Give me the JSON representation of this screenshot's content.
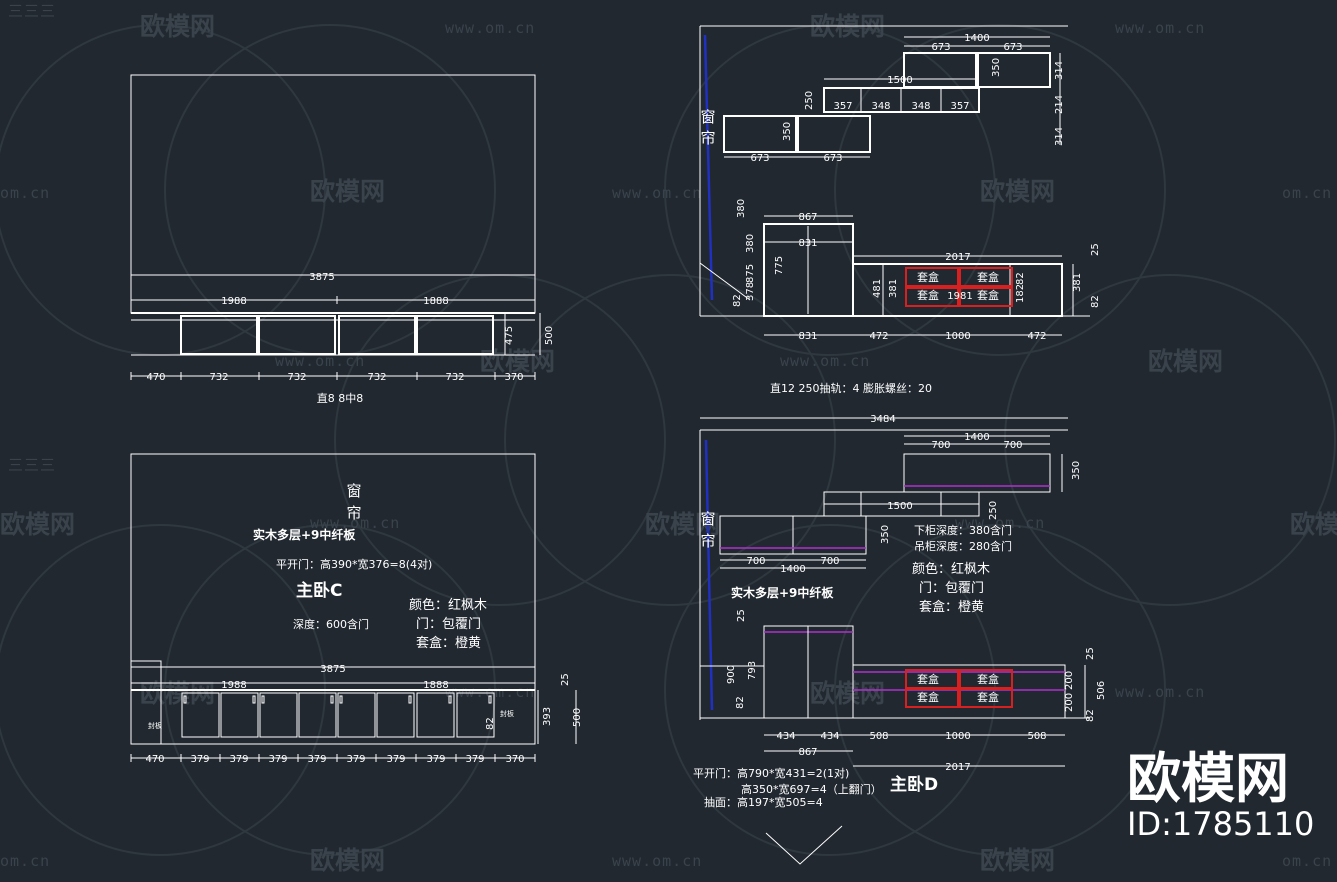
{
  "watermark": {
    "brand": "欧模网",
    "url": "www.om.cn",
    "url_short": "om.cn",
    "mark": "三三三"
  },
  "brand": {
    "name": "欧模网",
    "id": "ID:1785110"
  },
  "colors": {
    "background": "#212830",
    "line": "#ffffff",
    "red": "#d82020",
    "purple": "#b030d0",
    "blue": "#2030c0"
  },
  "c1": {
    "total": "3875",
    "left_half": "1988",
    "right_half": "1888",
    "height": "500",
    "inner": "475",
    "bottom_dims": [
      "470",
      "732",
      "732",
      "732",
      "732",
      "370"
    ],
    "note": "直8 8中8"
  },
  "c2": {
    "curtain": [
      "窗",
      "帘"
    ],
    "material": "实木多层+9中纤板",
    "door_spec": "平开门：高390*宽376=8(4对)",
    "title": "主卧C",
    "depth": "深度：600含门",
    "color_line": "颜色：红枫木",
    "door_line": "门：包覆门",
    "box_line": "套盒：橙黄",
    "total": "3875",
    "left_half": "1988",
    "right_half": "1888",
    "height": "500",
    "inner": "393",
    "top_gap": "25",
    "bottom_gap": "82",
    "side_label": "封板",
    "bottom_dims": [
      "470",
      "379",
      "379",
      "379",
      "379",
      "379",
      "379",
      "379",
      "379",
      "370"
    ]
  },
  "c3": {
    "curtain": [
      "窗",
      "帘"
    ],
    "top_total": "1400",
    "top_w": [
      "673",
      "673"
    ],
    "top_h": "350",
    "right_v": [
      "314",
      "214",
      "314"
    ],
    "mid_total": "1500",
    "mid_w": [
      "357",
      "348",
      "348",
      "357"
    ],
    "mid_gap": "250",
    "left_w": [
      "673",
      "673"
    ],
    "left_h": "350",
    "tall_w": "867",
    "tall_in": "831",
    "tall_top": "380",
    "tall_h": "875",
    "tall_775": "775",
    "tall_378": "378",
    "tall_82": "82",
    "low_total": "2017",
    "low_481": "481",
    "low_381": "381",
    "low_182": "182",
    "low_82": "82",
    "low_1981": "1981",
    "right_25": "25",
    "right_381": "381",
    "right_82": "82",
    "box": "套盒",
    "bottom_dims": [
      "831",
      "472",
      "1000",
      "472"
    ],
    "note": "直12 250抽轨：4 膨胀螺丝：20"
  },
  "c4": {
    "curtain": [
      "窗",
      "帘"
    ],
    "total": "3484",
    "top_total": "1400",
    "top_w": [
      "700",
      "700"
    ],
    "top_h": "350",
    "mid_total": "1500",
    "mid_gap": "250",
    "left_total": "1400",
    "left_w": [
      "700",
      "700"
    ],
    "left_h": "350",
    "lower_depth": "下柜深度：380含门",
    "upper_depth": "吊柜深度：280含门",
    "color_line": "颜色：红枫木",
    "door_line": "门：包覆门",
    "box_line": "套盒：橙黄",
    "material": "实木多层+9中纤板",
    "tall_h": "900",
    "tall_793": "793",
    "tall_82": "82",
    "tall_25": "25",
    "low_25": "25",
    "low_200a": "200",
    "low_200b": "200",
    "low_506": "506",
    "low_82": "82",
    "box": "套盒",
    "bottom_dims": [
      "434",
      "434",
      "508",
      "1000",
      "508"
    ],
    "dim_867": "867",
    "dim_2017": "2017",
    "spec1": "平开门：高790*宽431=2(1对)",
    "spec2": "高350*宽697=4（上翻门）",
    "spec3": "抽面：高197*宽505=4",
    "title": "主卧D"
  }
}
